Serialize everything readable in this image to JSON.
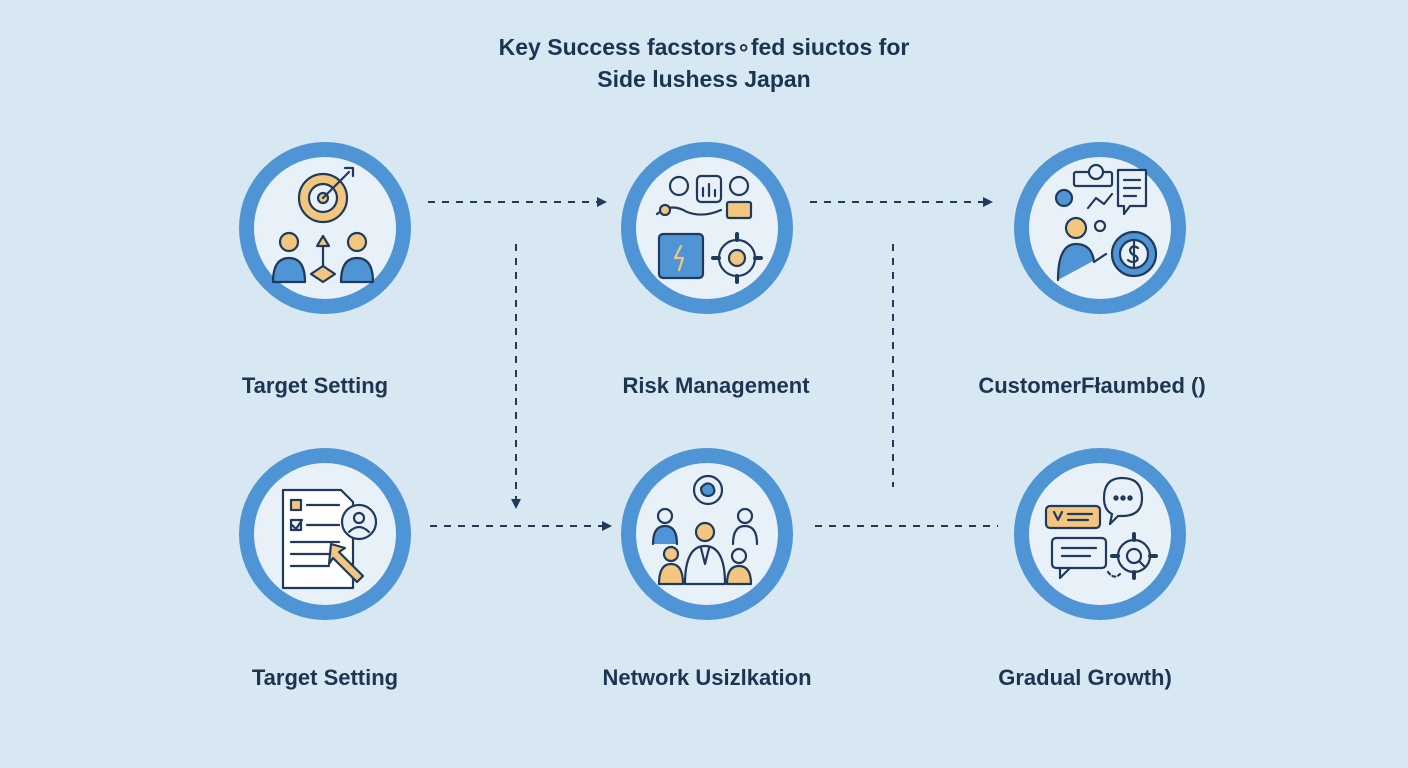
{
  "diagram": {
    "title_line1": "Key Success facstors∘fed siuctos for",
    "title_line2": "Side lushess Japan",
    "nodes": [
      {
        "label": "Target Setting",
        "icon": "target-team-icon"
      },
      {
        "label": "Risk Management",
        "icon": "risk-analysis-icon"
      },
      {
        "label": "CustomerFłaumbed ()",
        "icon": "customer-finance-icon"
      },
      {
        "label": "Target Setting",
        "icon": "checklist-person-icon"
      },
      {
        "label": "Network Usizlkation",
        "icon": "network-people-icon"
      },
      {
        "label": "Gradual Growth)",
        "icon": "chat-gear-icon"
      }
    ],
    "colors": {
      "background": "#d7e8f3",
      "ring": "#4f94d4",
      "ring_inner": "#e8f1f8",
      "line": "#1f3a5a",
      "accent_orange": "#f3c680",
      "text": "#1d3550"
    }
  }
}
